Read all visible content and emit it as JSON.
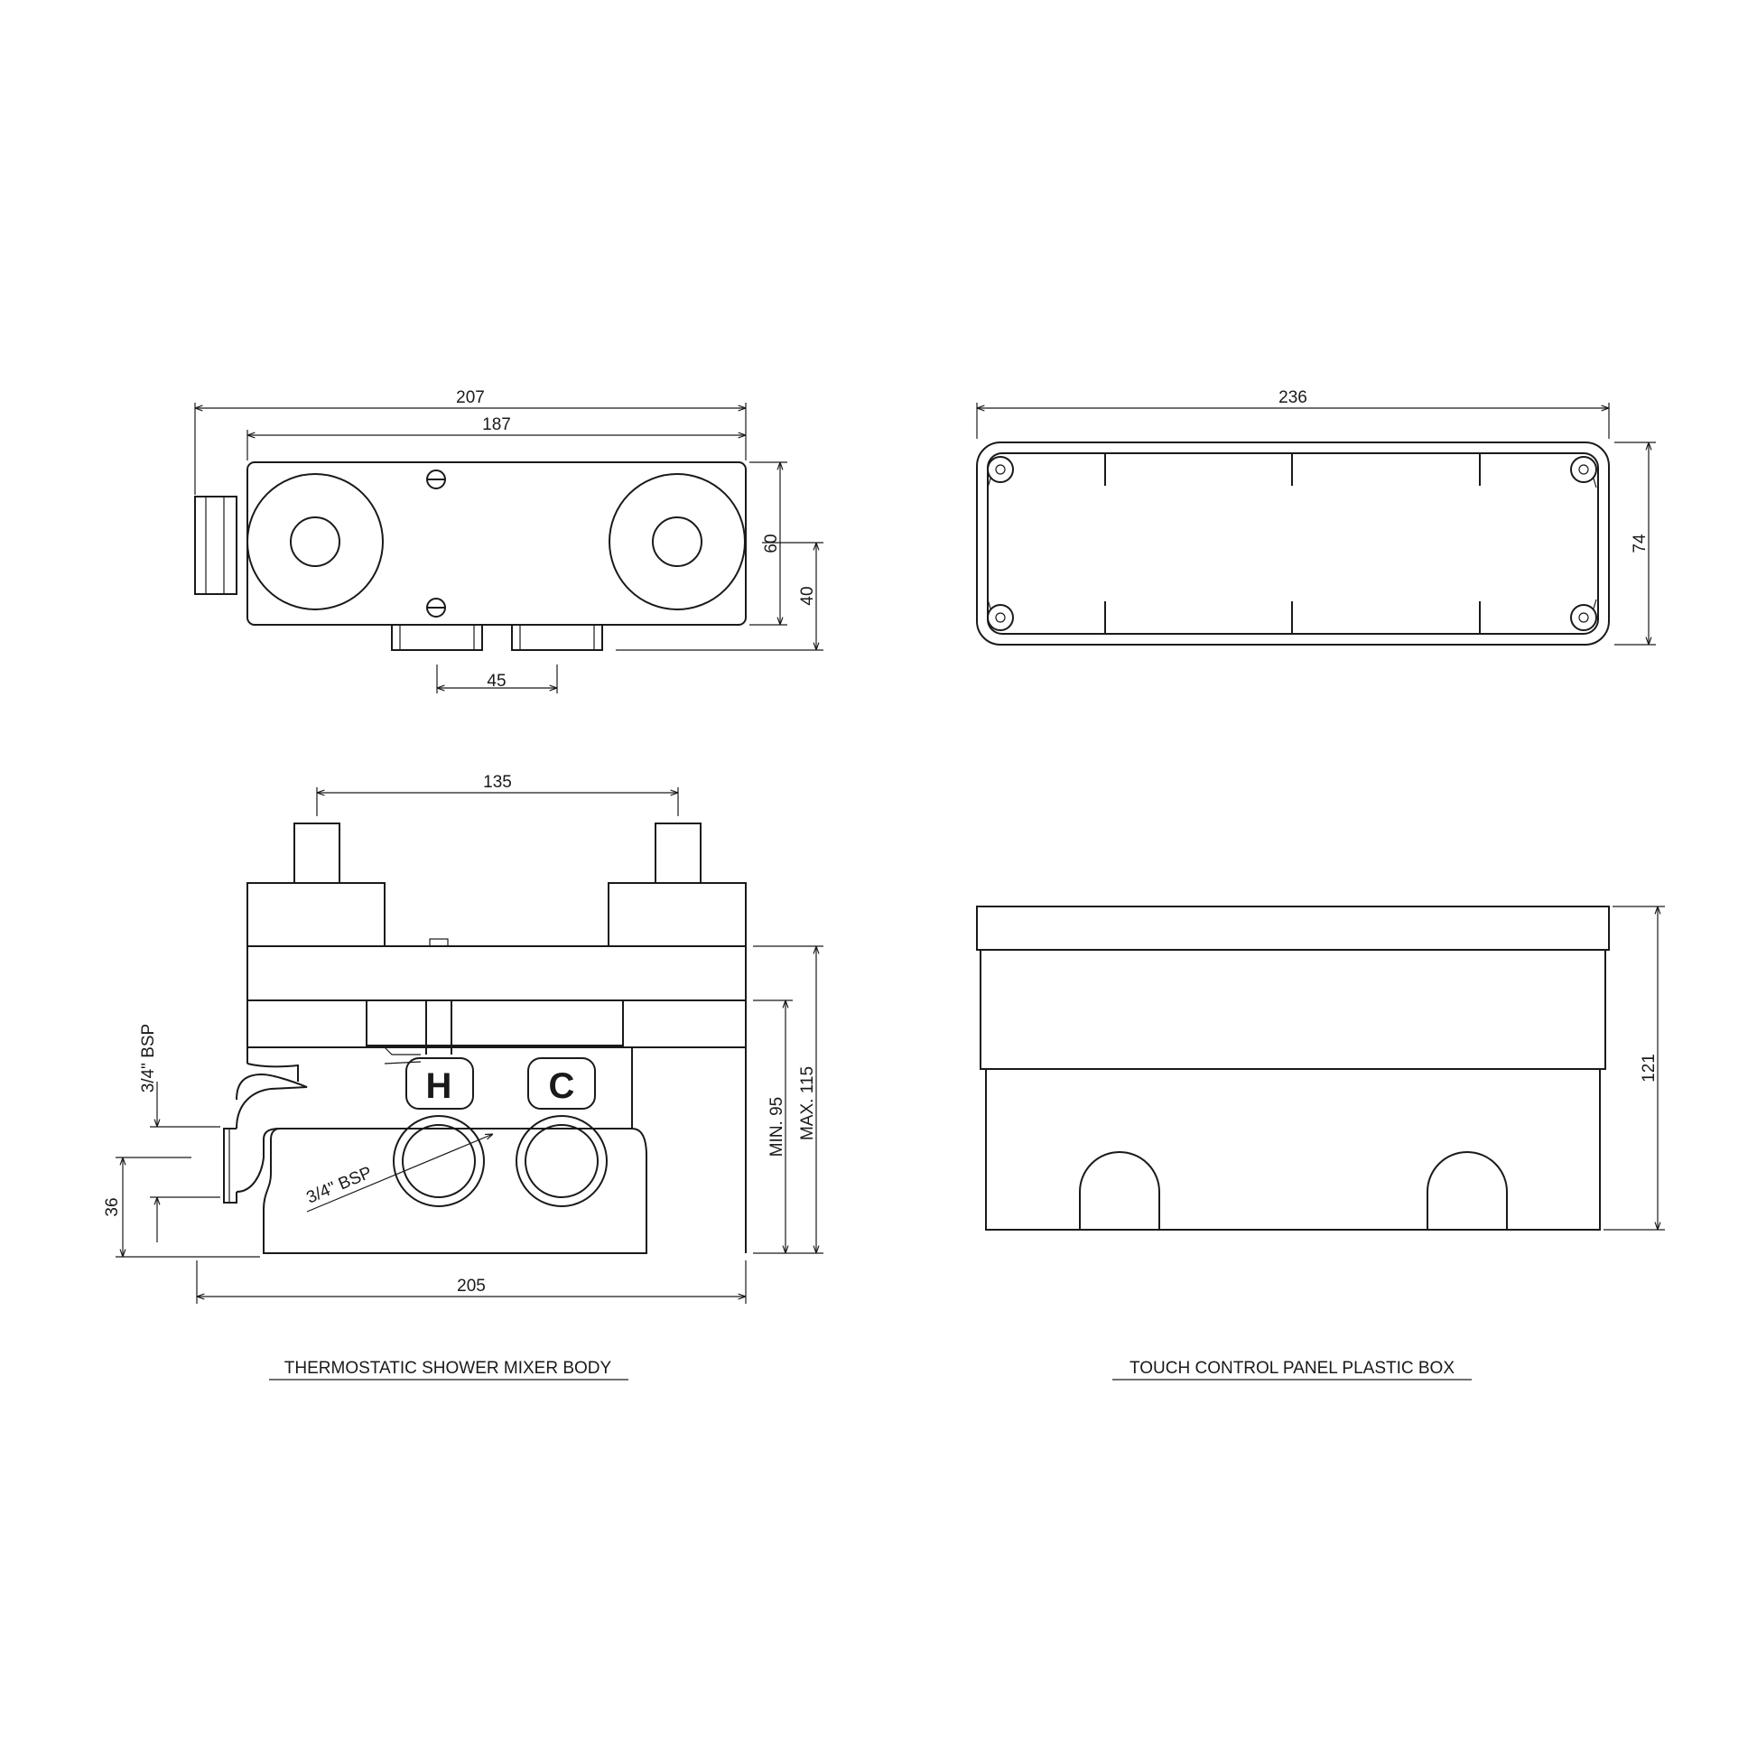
{
  "mixer_top_view": {
    "dim_overall_width": "207",
    "dim_body_width": "187",
    "dim_height": "60",
    "dim_outlet_height": "40",
    "dim_outlet_spacing": "45"
  },
  "panel_box_top_view": {
    "dim_width": "236",
    "dim_depth": "74"
  },
  "mixer_side_view": {
    "dim_spindle_spacing": "135",
    "dim_overall_width": "205",
    "dim_min_depth": "MIN. 95",
    "dim_max_depth": "MAX. 115",
    "dim_outlet_height": "36",
    "label_side_thread": "3/4\" BSP",
    "label_inlet_thread": "3/4\" BSP",
    "label_hot": "H",
    "label_cold": "C"
  },
  "panel_box_side_view": {
    "dim_height": "121"
  },
  "captions": {
    "mixer": "THERMOSTATIC SHOWER MIXER BODY",
    "panel_box": "TOUCH CONTROL PANEL PLASTIC BOX"
  }
}
